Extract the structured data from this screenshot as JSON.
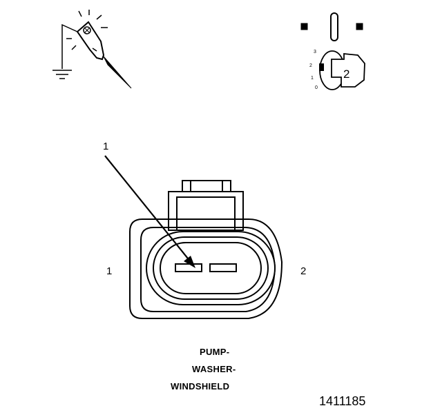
{
  "diagram": {
    "callout": "1",
    "terminal_left": "1",
    "terminal_right": "2",
    "component_name_lines": [
      "PUMP-",
      "WASHER-",
      "WINDSHIELD"
    ],
    "figure_id": "1411185",
    "switch_icon": {
      "position_labels": [
        "3",
        "2",
        "1",
        "0"
      ],
      "selected_position": "2"
    },
    "icons": [
      "test-light-icon",
      "ground-icon",
      "ignition-switch-icon",
      "key-slot-icon"
    ],
    "colors": {
      "line": "#000000",
      "background": "#ffffff"
    }
  }
}
